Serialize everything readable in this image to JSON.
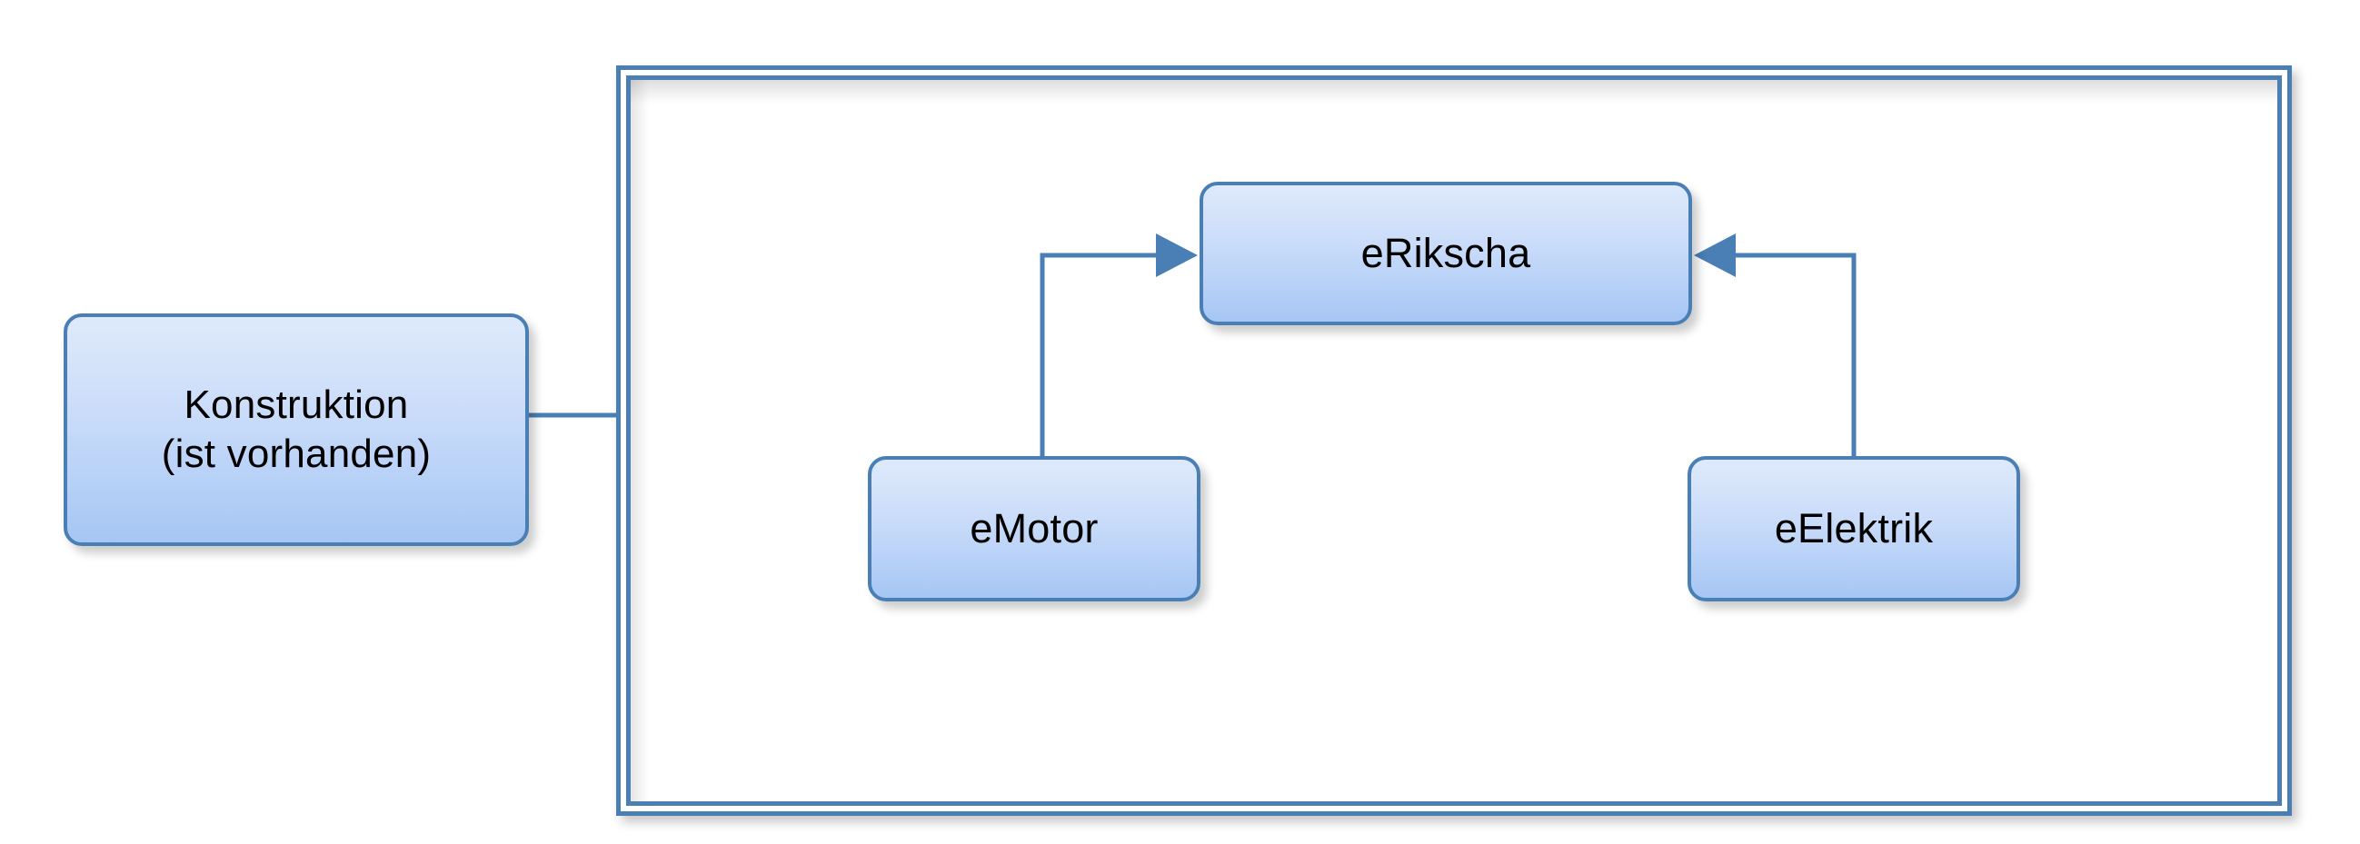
{
  "diagram": {
    "title_text": "",
    "colors": {
      "node_fill_top": "#dee9fb",
      "node_fill_bottom": "#a6c6f4",
      "node_border": "#4a7fb5",
      "connector": "#4a7fb5",
      "frame_border": "#4a7fb5",
      "text": "#000000",
      "background": "#ffffff"
    },
    "nodes": [
      {
        "id": "konstruktion",
        "label": "Konstruktion\n(ist vorhanden)"
      },
      {
        "id": "erikscha",
        "label": "eRikscha"
      },
      {
        "id": "emotor",
        "label": "eMotor"
      },
      {
        "id": "eelektrik",
        "label": "eElektrik"
      }
    ],
    "edges": [
      {
        "id": "konstruktion-to-group",
        "from": "konstruktion",
        "to": "group-frame",
        "arrow": "none"
      },
      {
        "id": "emotor-to-erikscha",
        "from": "emotor",
        "to": "erikscha",
        "arrow": "target"
      },
      {
        "id": "eelektrik-to-erikscha",
        "from": "eelektrik",
        "to": "erikscha",
        "arrow": "target"
      }
    ],
    "group": {
      "id": "group-frame",
      "label": ""
    }
  }
}
